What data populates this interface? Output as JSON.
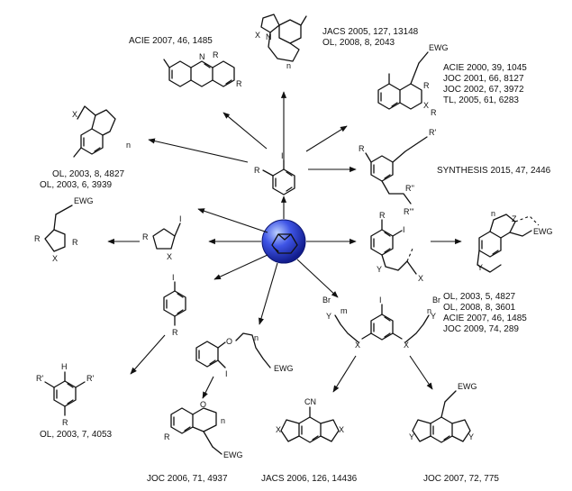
{
  "refs": {
    "acie_top": "ACIE 2007, 46, 1485",
    "jacs_top_1": "JACS 2005, 127, 13148",
    "jacs_top_2": "OL, 2008, 8, 2043",
    "right_top_1": "ACIE 2000, 39, 1045",
    "right_top_2": "JOC 2001, 66, 8127",
    "right_top_3": "JOC 2002, 67, 3972",
    "right_top_4": "TL, 2005, 61, 6283",
    "synthesis": "SYNTHESIS 2015, 47, 2446",
    "left_top_1": "OL, 2003, 8, 4827",
    "left_top_2": "OL, 2003, 6, 3939",
    "right_bottom_1": "OL, 2003, 5, 4827",
    "right_bottom_2": "OL, 2008, 8, 3601",
    "right_bottom_3": "ACIE 2007, 46, 1485",
    "right_bottom_4": "JOC 2009, 74, 289",
    "left_bottom": "OL, 2003, 7, 4053",
    "joc_2006": "JOC 2006, 71, 4937",
    "jacs_2006": "JACS 2006, 126, 14436",
    "joc_2007": "JOC 2007, 72, 775"
  },
  "labels": {
    "ewg": "EWG",
    "R": "R",
    "R_prime": "R'",
    "R_dprime": "R''",
    "R_tprime": "R'''",
    "X": "X",
    "Y": "Y",
    "Z": "Z",
    "N": "N",
    "O": "O",
    "I": "I",
    "H": "H",
    "Br": "Br",
    "CN": "CN",
    "n": "n",
    "m": "m"
  },
  "colors": {
    "norbornene_sphere": "#2a3fd6",
    "ink": "#111111"
  }
}
